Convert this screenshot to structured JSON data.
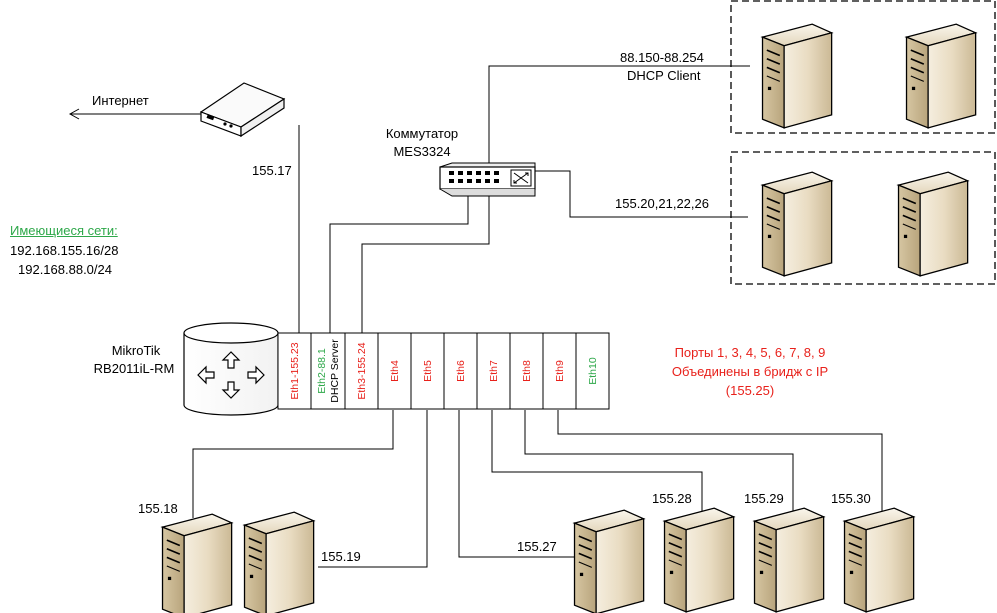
{
  "internet": {
    "label": "Интернет"
  },
  "modem": {
    "link_label": "155.17"
  },
  "networks": {
    "title": "Имеющиеся сети:",
    "items": [
      "192.168.155.16/28",
      "192.168.88.0/24"
    ]
  },
  "router": {
    "name": "MikroTik",
    "model": "RB2011iL-RM"
  },
  "switch": {
    "name": "Коммутатор",
    "model": "MES3324"
  },
  "ports": [
    {
      "label": "Eth1-155.23"
    },
    {
      "label": "Eth2-88.1",
      "sublabel": "DHCP Server"
    },
    {
      "label": "Eth3-155.24"
    },
    {
      "label": "Eth4"
    },
    {
      "label": "Eth5"
    },
    {
      "label": "Eth6"
    },
    {
      "label": "Eth7"
    },
    {
      "label": "Eth8"
    },
    {
      "label": "Eth9"
    },
    {
      "label": "Eth10"
    }
  ],
  "port_colors": {
    "red": "#e8211b",
    "green": "#2ea84a",
    "black": "#000000"
  },
  "groups": {
    "dhcp": {
      "range": "88.150-88.254",
      "label": "DHCP Client"
    },
    "static": {
      "label": "155.20,21,22,26"
    }
  },
  "bridge_note": {
    "line1": "Порты 1, 3, 4, 5, 6, 7, 8, 9",
    "line2": "Объединены в бридж с IP",
    "line3": "(155.25)"
  },
  "servers": {
    "s18": "155.18",
    "s19": "155.19",
    "s27": "155.27",
    "s28": "155.28",
    "s29": "155.29",
    "s30": "155.30"
  }
}
